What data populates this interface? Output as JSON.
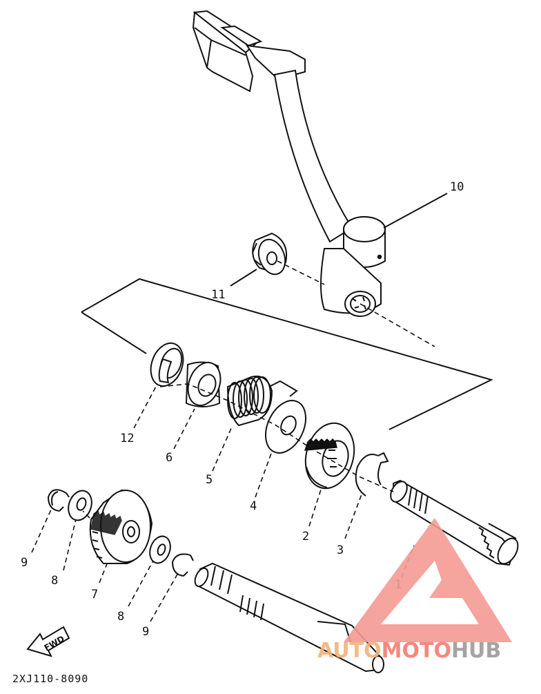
{
  "diagram": {
    "callouts": {
      "c1": "1",
      "c2": "2",
      "c3": "3",
      "c4": "4",
      "c5": "5",
      "c6": "6",
      "c7": "7",
      "c8a": "8",
      "c8b": "8",
      "c9a": "9",
      "c9b": "9",
      "c10": "10",
      "c11": "11",
      "c12": "12"
    },
    "fwd_label": "FWD",
    "diagram_code": "2XJ110-8090"
  },
  "watermark": {
    "brand_part1": "AUTO",
    "brand_part2": "MOTO",
    "brand_part3": "HUB",
    "colors": {
      "logo": "#f49a94",
      "auto": "#f3b27a",
      "moto": "#f27d70",
      "hub": "#9b9b9b"
    }
  }
}
